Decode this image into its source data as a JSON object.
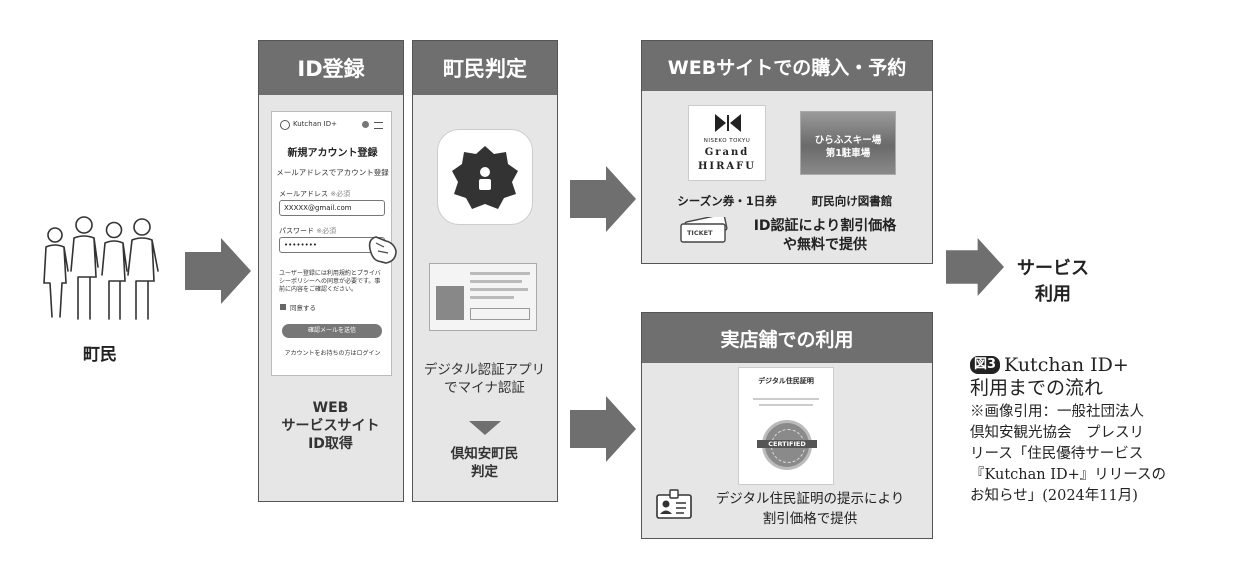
{
  "resident": {
    "label": "町民"
  },
  "panel_id": {
    "title": "ID登録",
    "caption": [
      "WEB",
      "サービスサイト",
      "ID取得"
    ],
    "phone": {
      "brand": "Kutchan ID+",
      "heading": "新規アカウント登録",
      "subheading": "メールアドレスでアカウント登録",
      "email_label": "メールアドレス",
      "required": "※必須",
      "email_value": "XXXXX@gmail.com",
      "password_label": "パスワード",
      "password_value": "••••••••",
      "terms_text": "ユーザー登録には利用規約とプライバシーポリシーへの同意が必要です。事前に内容をご確認ください。",
      "agree_label": "同意する",
      "submit_label": "確認メールを送信",
      "login_link": "アカウントをお持ちの方はログイン"
    }
  },
  "panel_judge": {
    "title": "町民判定",
    "caption": [
      "デジタル認証アプリ",
      "でマイナ認証"
    ],
    "result": [
      "倶知安町民",
      "判定"
    ]
  },
  "panel_web": {
    "title": "WEBサイトでの購入・予約",
    "logo_lines": [
      "NISEKO TOKYU",
      "Grand",
      "HIRAFU"
    ],
    "photo_text": [
      "ひらふスキー場",
      "第1駐車場"
    ],
    "item1": "シーズン券・1日券",
    "item2": "町民向け図書館",
    "ticket_label": "TICKET",
    "note": [
      "ID認証により割引価格",
      "や無料で提供"
    ]
  },
  "panel_store": {
    "title": "実店舗での利用",
    "cert_title": "デジタル住民証明",
    "cert_badge": "CERTIFIED",
    "note": [
      "デジタル住民証明の提示により",
      "割引価格で提供"
    ]
  },
  "service": {
    "label": [
      "サービス",
      "利用"
    ]
  },
  "figure": {
    "tag": "図3",
    "title": "Kutchan ID+",
    "subtitle": "利用までの流れ",
    "source": [
      "※画像引用：一般社団法人",
      "倶知安観光協会　プレスリ",
      "リース「住民優待サービス",
      "『Kutchan ID+』リリースの",
      "お知らせ」(2024年11月)"
    ]
  },
  "colors": {
    "panel_bg": "#e6e6e6",
    "header": "#6f6f6f",
    "arrow": "#6f6f6f",
    "border": "#555555"
  }
}
